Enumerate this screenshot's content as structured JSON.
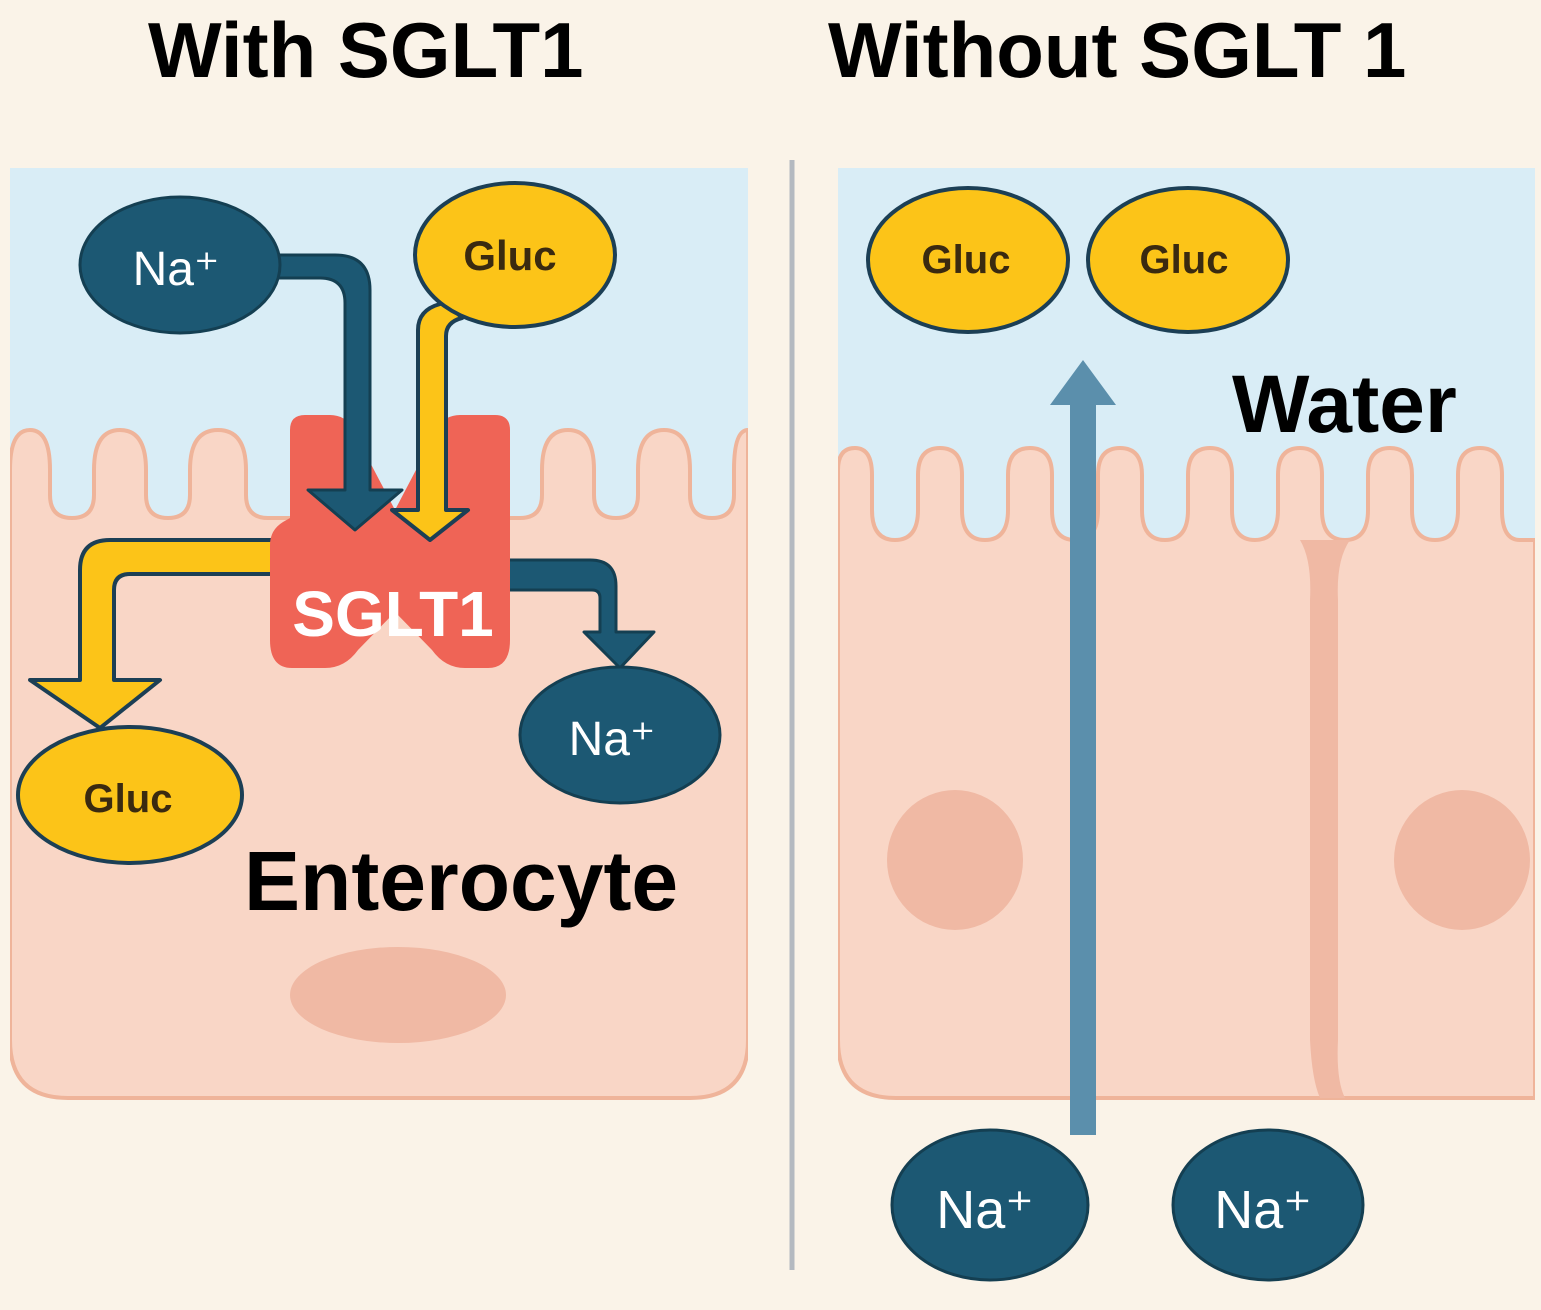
{
  "titles": {
    "left": "With SGLT1",
    "right": "Without SGLT 1"
  },
  "left_panel": {
    "transporter_label": "SGLT1",
    "cell_label": "Enterocyte",
    "na_lumen": "Na⁺",
    "gluc_lumen": "Gluc",
    "gluc_cell": "Gluc",
    "na_cell": "Na⁺"
  },
  "right_panel": {
    "gluc_1": "Gluc",
    "gluc_2": "Gluc",
    "water_label": "Water",
    "na_1": "Na⁺",
    "na_2": "Na⁺"
  },
  "colors": {
    "background": "#faf3e8",
    "lumen": "#d9edf6",
    "cell": "#f9d6c6",
    "membrane": "#efb49a",
    "nucleus": "#f0b9a4",
    "sodium": "#1c5873",
    "glucose": "#fcc418",
    "transporter": "#ef6456",
    "water_arrow": "#5b8fac",
    "divider": "#b4b9c0"
  }
}
